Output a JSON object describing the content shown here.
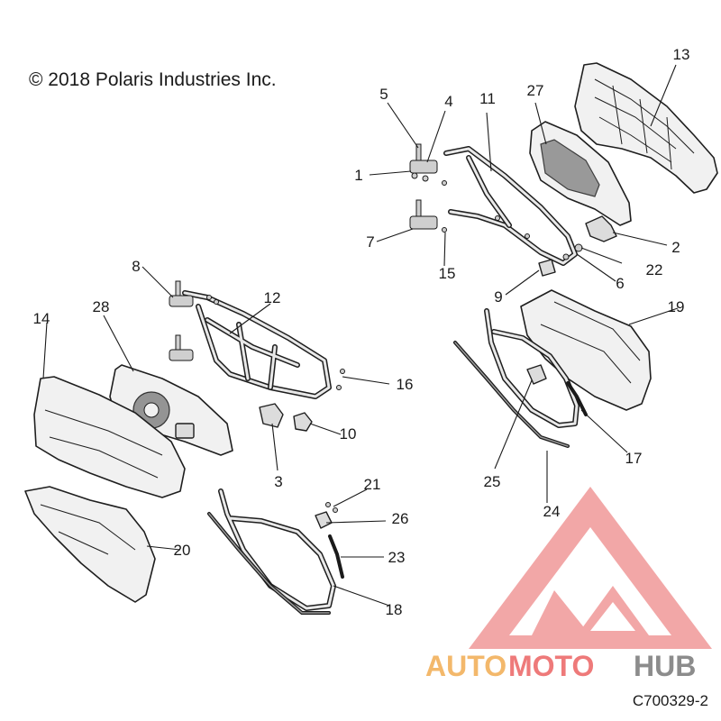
{
  "copyright": "© 2018 Polaris Industries Inc.",
  "doc_id": "C700329-2",
  "watermark": {
    "part1": "AUTO",
    "part2": "MOTO",
    "part3": "HUB",
    "color_orange": "#f3b86b",
    "color_red": "#ee7a7a",
    "color_gray": "#8c8c8c"
  },
  "callouts": [
    {
      "id": "c1",
      "label": "1"
    },
    {
      "id": "c2",
      "label": "2"
    },
    {
      "id": "c3",
      "label": "3"
    },
    {
      "id": "c4",
      "label": "4"
    },
    {
      "id": "c5",
      "label": "5"
    },
    {
      "id": "c6",
      "label": "6"
    },
    {
      "id": "c7",
      "label": "7"
    },
    {
      "id": "c8",
      "label": "8"
    },
    {
      "id": "c9",
      "label": "9"
    },
    {
      "id": "c10",
      "label": "10"
    },
    {
      "id": "c11",
      "label": "11"
    },
    {
      "id": "c12",
      "label": "12"
    },
    {
      "id": "c13",
      "label": "13"
    },
    {
      "id": "c14",
      "label": "14"
    },
    {
      "id": "c15",
      "label": "15"
    },
    {
      "id": "c16",
      "label": "16"
    },
    {
      "id": "c17",
      "label": "17"
    },
    {
      "id": "c18",
      "label": "18"
    },
    {
      "id": "c19",
      "label": "19"
    },
    {
      "id": "c20",
      "label": "20"
    },
    {
      "id": "c21",
      "label": "21"
    },
    {
      "id": "c22",
      "label": "22"
    },
    {
      "id": "c23",
      "label": "23"
    },
    {
      "id": "c24",
      "label": "24"
    },
    {
      "id": "c25",
      "label": "25"
    },
    {
      "id": "c26",
      "label": "26"
    },
    {
      "id": "c27",
      "label": "27"
    },
    {
      "id": "c28",
      "label": "28"
    }
  ]
}
